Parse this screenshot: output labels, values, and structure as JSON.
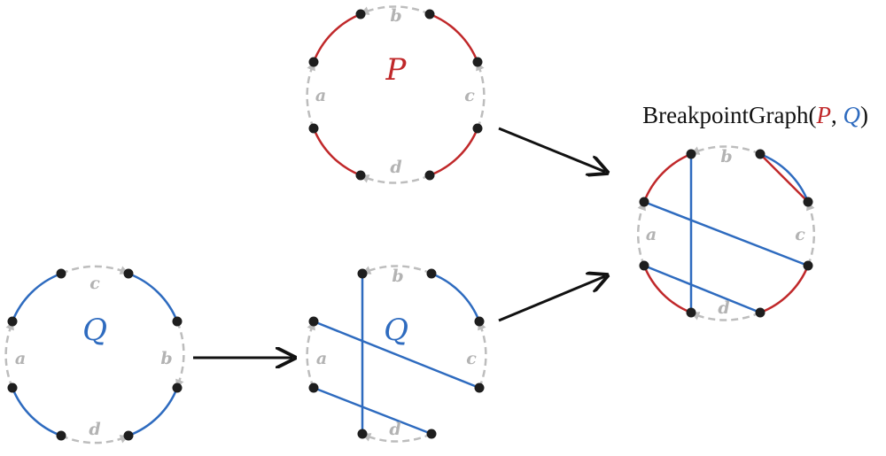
{
  "colors": {
    "p_edges": "#c0282a",
    "q_edges": "#2e6bbf",
    "gene_arrows": "#bdbdbd",
    "nodes": "#1e1e1e",
    "arrows": "#111111"
  },
  "title": {
    "prefix": "BreakpointGraph(",
    "p": "P",
    "sep": ", ",
    "q": "Q",
    "suffix": ")"
  },
  "genomes": {
    "p": {
      "label": "P",
      "genes": [
        "b",
        "a",
        "c",
        "d"
      ]
    },
    "q": {
      "label": "Q",
      "genes": [
        "c",
        "a",
        "b",
        "d"
      ]
    },
    "q_rearranged": {
      "label": "Q",
      "genes": [
        "b",
        "a",
        "c",
        "d"
      ]
    },
    "breakpoint": {
      "genes": [
        "b",
        "a",
        "c",
        "d"
      ]
    }
  }
}
